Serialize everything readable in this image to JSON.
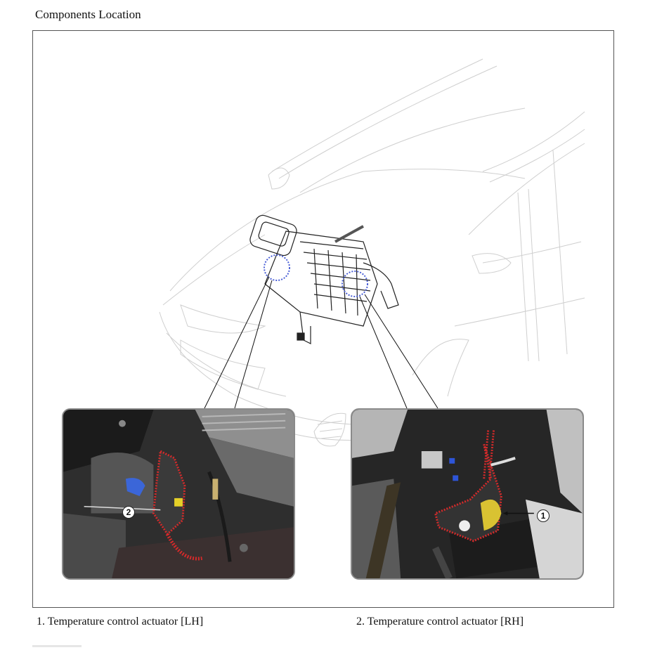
{
  "page": {
    "section_title": "Components Location"
  },
  "figure": {
    "description": "Line drawing of vehicle front with HVAC heater unit; two detail photos linked to blue dashed circles",
    "highlight_color": "#4a5fd6",
    "outline_color": "#d42a2a",
    "insets": [
      {
        "id": "lh-photo",
        "callout": "2",
        "position": "left"
      },
      {
        "id": "rh-photo",
        "callout": "1",
        "position": "right"
      }
    ]
  },
  "legend": {
    "items": [
      {
        "number": "1.",
        "label": "1. Temperature control actuator [LH]"
      },
      {
        "number": "2.",
        "label": "2. Temperature control actuator [RH]"
      }
    ]
  }
}
